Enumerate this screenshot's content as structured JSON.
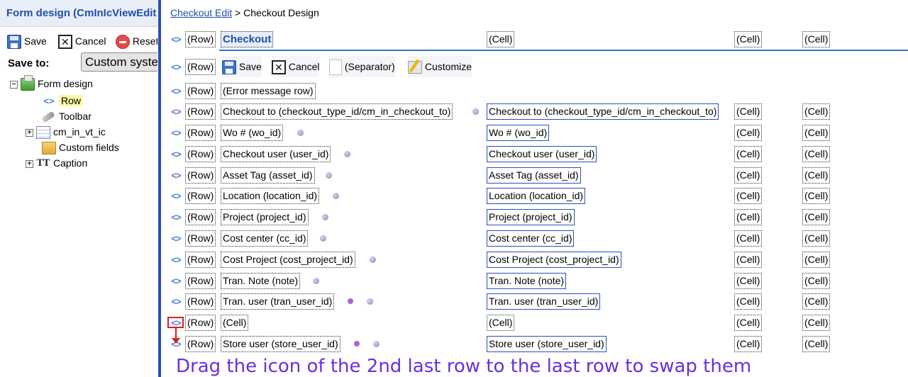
{
  "left_panel": {
    "title": "Form design (CmInIcViewEdit",
    "toolbar": {
      "save": "Save",
      "cancel": "Cancel",
      "reset": "Reset"
    },
    "save_to_label": "Save to:",
    "save_to_value": "Custom system",
    "tree": [
      {
        "expander": "−",
        "icon": "form-design-icon",
        "label": "Form design"
      },
      {
        "expander": "",
        "icon": "row-icon",
        "label": "Row",
        "selected": true
      },
      {
        "expander": "",
        "icon": "wrench-icon",
        "label": "Toolbar"
      },
      {
        "expander": "+",
        "icon": "table-icon",
        "label": "cm_in_vt_ic"
      },
      {
        "expander": "",
        "icon": "custom-fields-icon",
        "label": "Custom fields"
      },
      {
        "expander": "+",
        "icon": "caption-icon",
        "label": "Caption"
      }
    ]
  },
  "breadcrumb": {
    "link": "Checkout Edit",
    "separator": " > ",
    "current": "Checkout Design"
  },
  "drag_glyph": "<>",
  "row_label": "(Row)",
  "cell_label": "(Cell)",
  "title_row": {
    "title": "Checkout",
    "cell1": "(Cell)",
    "cell2": "(Cell)",
    "cell3": "(Cell)"
  },
  "toolbar_row": {
    "save": "Save",
    "cancel": "Cancel",
    "separator": "(Separator)",
    "customize": "Customize"
  },
  "error_row": "(Error message row)",
  "rows": [
    {
      "label": "Checkout to (checkout_type_id/cm_in_checkout_to)",
      "field": "Checkout to (checkout_type_id/cm_in_checkout_to)"
    },
    {
      "label": "Wo # (wo_id)",
      "field": "Wo # (wo_id)"
    },
    {
      "label": "Checkout user (user_id)",
      "field": "Checkout user (user_id)"
    },
    {
      "label": "Asset Tag (asset_id)",
      "field": "Asset Tag (asset_id)"
    },
    {
      "label": "Location (location_id)",
      "field": "Location (location_id)"
    },
    {
      "label": "Project (project_id)",
      "field": "Project (project_id)"
    },
    {
      "label": "Cost center (cc_id)",
      "field": "Cost center (cc_id)"
    },
    {
      "label": "Cost Project (cost_project_id)",
      "field": "Cost Project (cost_project_id)"
    },
    {
      "label": "Tran. Note (note)",
      "field": "Tran. Note (note)"
    },
    {
      "label": "Tran. user (tran_user_id)",
      "field": "Tran. user (tran_user_id)"
    },
    {
      "label": "(Cell)",
      "field": "(Cell)"
    },
    {
      "label": "Store user (store_user_id)",
      "field": "Store user (store_user_id)"
    }
  ],
  "instruction": "Drag the icon of the 2nd last row to the last row to swap them",
  "colors": {
    "accent_blue": "#2a4fb0",
    "annotation_red": "#d91f1f",
    "instruction_purple": "#6a2fe0"
  }
}
